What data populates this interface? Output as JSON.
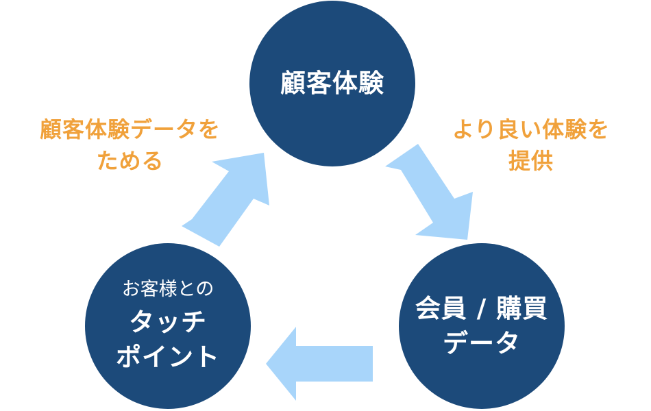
{
  "colors": {
    "circle_fill": "#1c4a7a",
    "arrow_fill": "#a8d5fa",
    "caption_text": "#f0a13b",
    "circle_text": "#ffffff"
  },
  "nodes": {
    "top": {
      "label": "顧客体験"
    },
    "right": {
      "line1": "会員 / 購買",
      "line2": "データ"
    },
    "left": {
      "small_line": "お客様との",
      "line1": "タッチ",
      "line2": "ポイント"
    }
  },
  "captions": {
    "left": {
      "line1": "顧客体験データを",
      "line2": "ためる"
    },
    "right": {
      "line1": "より良い体験を",
      "line2": "提供"
    }
  }
}
